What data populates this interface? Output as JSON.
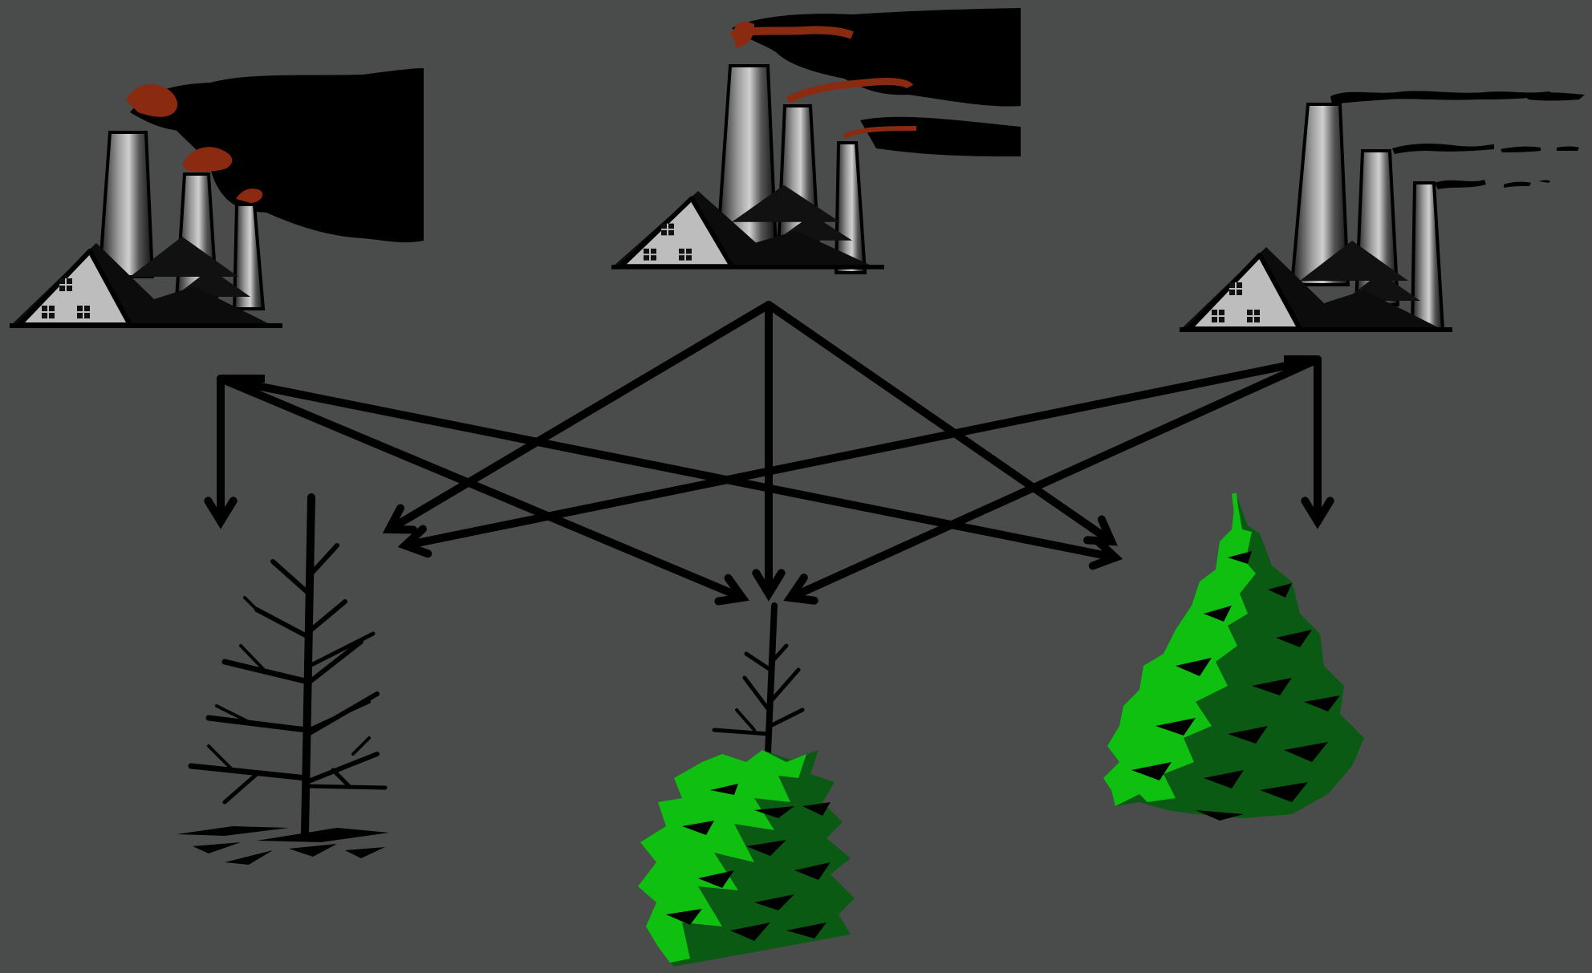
{
  "background_color": "#4a4c4b",
  "nodes": {
    "factories": [
      {
        "id": "factory-heavy-smoke",
        "smoke_level": "heavy",
        "icon": "factory-icon"
      },
      {
        "id": "factory-medium-smoke",
        "smoke_level": "medium",
        "icon": "factory-icon"
      },
      {
        "id": "factory-light-smoke",
        "smoke_level": "light",
        "icon": "factory-icon"
      }
    ],
    "trees": [
      {
        "id": "tree-dead",
        "state": "dead",
        "icon": "bare-tree-icon"
      },
      {
        "id": "tree-partial",
        "state": "partially-damaged",
        "icon": "damaged-tree-icon"
      },
      {
        "id": "tree-healthy",
        "state": "healthy",
        "icon": "healthy-tree-icon"
      }
    ]
  },
  "connections": [
    {
      "from": "factory-heavy-smoke",
      "to": "tree-dead"
    },
    {
      "from": "factory-heavy-smoke",
      "to": "tree-partial"
    },
    {
      "from": "factory-heavy-smoke",
      "to": "tree-healthy"
    },
    {
      "from": "factory-medium-smoke",
      "to": "tree-dead"
    },
    {
      "from": "factory-medium-smoke",
      "to": "tree-partial"
    },
    {
      "from": "factory-medium-smoke",
      "to": "tree-healthy"
    },
    {
      "from": "factory-light-smoke",
      "to": "tree-dead"
    },
    {
      "from": "factory-light-smoke",
      "to": "tree-partial"
    },
    {
      "from": "factory-light-smoke",
      "to": "tree-healthy"
    }
  ],
  "colors": {
    "smoke": "#000000",
    "flame_smoke": "#8a2a10",
    "chimney_dark": "#111111",
    "chimney_light": "#8a8a8a",
    "building_light": "#b9b9b9",
    "tree_bright": "#10c010",
    "tree_dark": "#0a5a14",
    "arrow": "#000000"
  }
}
